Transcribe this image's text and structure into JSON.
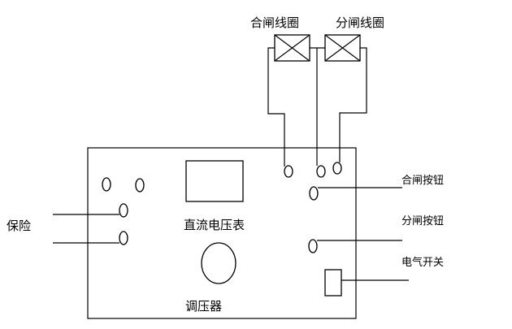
{
  "labels": {
    "closing_coil": "合闸线圈",
    "opening_coil": "分闸线圈",
    "closing_button": "合闸按钮",
    "opening_button": "分闸按钮",
    "power_switch": "电气开关",
    "fuse": "保险",
    "dc_voltmeter": "直流电压表",
    "voltage_regulator": "调压器"
  }
}
